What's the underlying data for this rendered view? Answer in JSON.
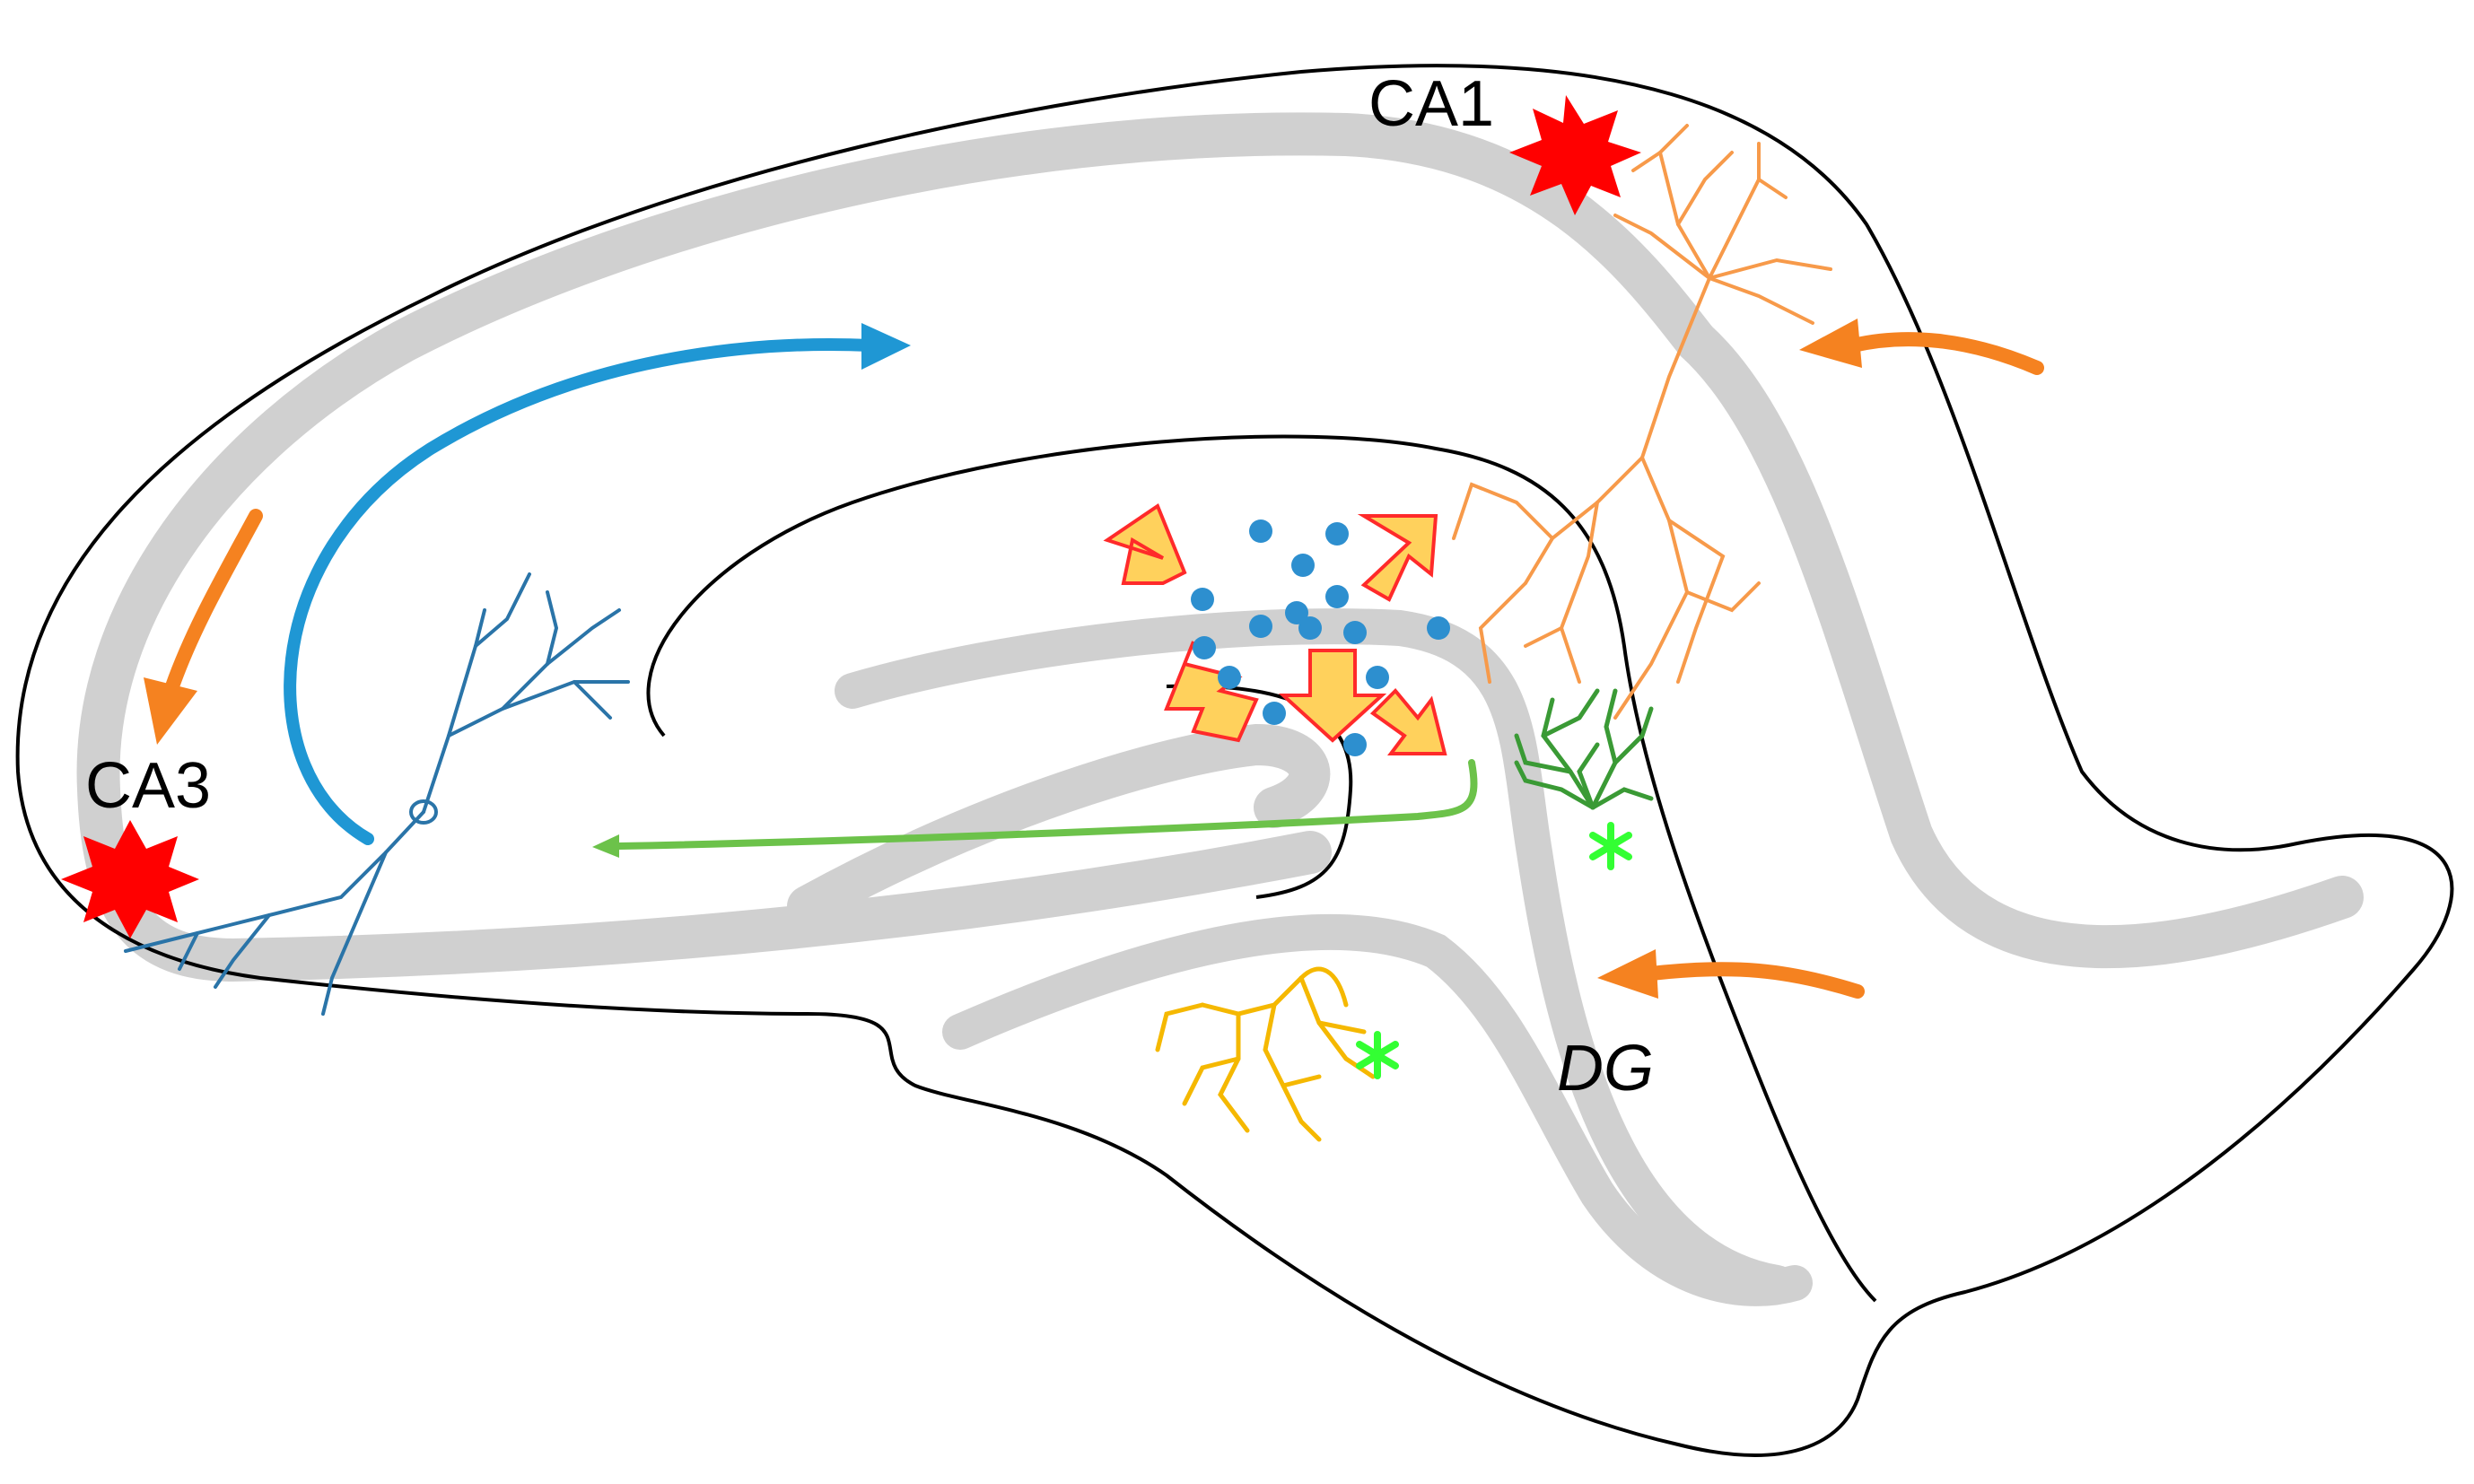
{
  "labels": {
    "ca1": "CA1",
    "ca3": "CA3",
    "dg": "DG"
  },
  "colors": {
    "outline": "#000000",
    "layer_gray": "#d0d0d0",
    "lesion_red": "#ff0000",
    "input_arrow_orange": "#f58220",
    "ca1_neuron_orange": "#f79a4a",
    "ca3_neuron_blue": "#2a74a8",
    "flow_arrow_blue": "#1f97d4",
    "mossy_fiber_green": "#6cc24a",
    "granule_cell_green": "#3a9a35",
    "astrocyte_yellow": "#f5b800",
    "release_arrow_fill": "#ffd15c",
    "release_arrow_stroke": "#ff2a2a",
    "vesicle_blue": "#2d8fcf",
    "asterisk_green": "#33ff33"
  },
  "icons": {
    "lesion": "red-starburst-icon",
    "asterisk": "green-asterisk-icon"
  }
}
